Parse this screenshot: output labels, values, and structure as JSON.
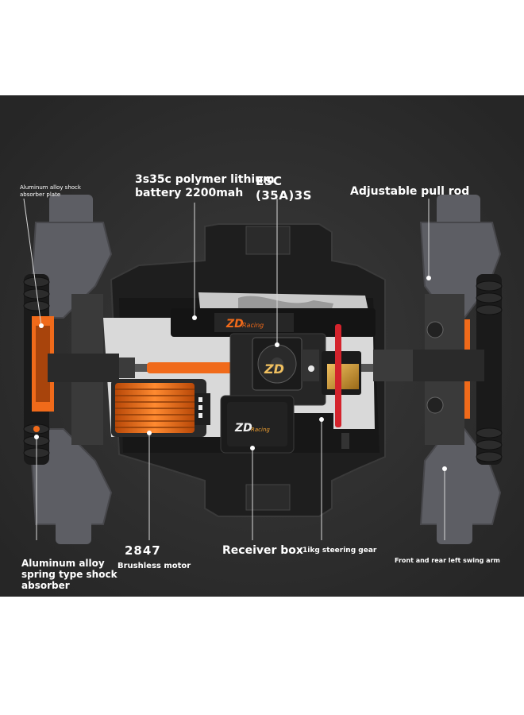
{
  "image": {
    "background": "#2f2f2f",
    "accent_orange": "#f06a1a",
    "chassis_color": "#1c1c1c",
    "arm_color": "#5d5e64"
  },
  "labels": {
    "shock_plate": "Aluminum alloy shock absorber plate",
    "battery_line1": "3s35c polymer lithium",
    "battery_line2": "battery 2200mah",
    "esc_line1": "ESC",
    "esc_line2": "(35A)3S",
    "pull_rod": "Adjustable pull rod",
    "shock_line1": "Aluminum alloy",
    "shock_line2": "spring type shock",
    "shock_line3": "absorber",
    "motor_number": "2847",
    "motor_label": "Brushless motor",
    "receiver": "Receiver box",
    "steering": "1ikg steering gear",
    "swing_arm": "Front and rear left swing arm"
  },
  "decals": {
    "brand_strap": "ZD Racing",
    "brand_fan": "ZD",
    "brand_receiver": "ZD Racing"
  }
}
